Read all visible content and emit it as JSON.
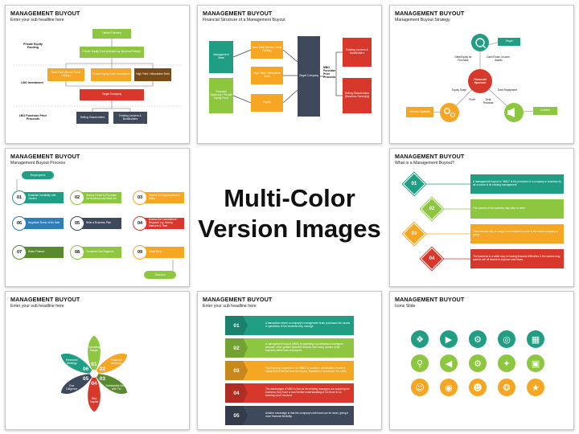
{
  "center": {
    "line1": "Multi-Color",
    "line2": "Version Images"
  },
  "slide1": {
    "title": "MANAGEMENT BUYOUT",
    "sub": "Enter your sub headline here",
    "lab_pef": "Private Equity Funding",
    "lab_lbo": "LBO Investment",
    "lab_price": "LBO Purchase Price Proceeds",
    "b_lp": "Limited Partners",
    "b_pef": "Private Equity Fund (Advised by Sponsor/Partner)",
    "b_bank": "Bank Debt (Senior Credit Facility)",
    "b_pecash": "Private Equity Cash Investment",
    "b_hy": "High Yield / Mezzanine Debt",
    "b_target": "Target Company",
    "b_sell": "Selling Shareholders",
    "b_exist": "Existing Lenders & Bondholders"
  },
  "slide2": {
    "title": "MANAGEMENT BUYOUT",
    "sub": "Financial Structure of a Management Buyout",
    "b_team": "Management Team",
    "b_fin": "Financial Sponsors / Private Equity Fund",
    "b_sr": "Term Debt (Senior Credit Facility)",
    "b_hy": "High-Yield / Mezzanine Debt",
    "b_eq": "Equity",
    "b_tgt": "Target Company",
    "b_mbo": "MBO Purchase Price Proceeds",
    "b_lend": "Existing Lenders & Bondholders",
    "b_sell": "Selling Shareholders (Business Owner(s))"
  },
  "slide3": {
    "title": "MANAGEMENT BUYOUT",
    "sub": "Management Buyout Strategy",
    "center": "Financial Sponsor",
    "l_target": "Target",
    "l_venture": "Venture Capitalist",
    "l_lenders": "Lenders",
    "l_debt": "Debt/Equity for Purchase",
    "l_cash": "Cash Flows, Income, Assets",
    "l_scale": "Equity Scale",
    "l_profit": "Profit",
    "l_debtfin": "Debt Financial",
    "l_repay": "Debt Repayment"
  },
  "slide4": {
    "title": "MANAGEMENT BUYOUT",
    "sub": "Management Buyout Process",
    "employees": "Employees",
    "owners": "Owners",
    "steps": [
      {
        "n": "01",
        "t": "Establish Credibility with Owners"
      },
      {
        "n": "02",
        "t": "Assess Funds to Purchase the Business and Work Inc"
      },
      {
        "n": "03",
        "t": "Assess the Opportunities & Risks"
      },
      {
        "n": "04",
        "t": "Assess the Commitment Required e.g. Money, Manners & Time"
      },
      {
        "n": "05",
        "t": "Write a Business Plan"
      },
      {
        "n": "06",
        "t": "Negotiate Terms of the Sale"
      },
      {
        "n": "07",
        "t": "Raise Finance"
      },
      {
        "n": "08",
        "t": "Complete Due Diligence"
      },
      {
        "n": "09",
        "t": "Close Deal"
      }
    ]
  },
  "slide5": {
    "title": "MANAGEMENT BUYOUT",
    "sub": "What is a Management Buyout?",
    "items": [
      {
        "n": "01",
        "t": "A management buyout or \"MBO\" is the purchase of a company or business by all or some of its existing management."
      },
      {
        "n": "02",
        "t": "The owners of the business may wish to retire."
      },
      {
        "n": "03",
        "t": "The business may no longer be considered a core to the whole company or group."
      },
      {
        "n": "04",
        "t": "The business is a white may be having financial difficulties & the owners may want to sell off assets to improve cash flows."
      }
    ]
  },
  "slide6": {
    "title": "MANAGEMENT BUYOUT",
    "sub": "Enter your sub headline here",
    "petals": [
      {
        "n": "01",
        "t": "Operating Margin"
      },
      {
        "n": "02",
        "t": "Financial Advisors"
      },
      {
        "n": "03",
        "t": "Substantial Deals with Fin"
      },
      {
        "n": "04",
        "t": "Risk Capital"
      },
      {
        "n": "05",
        "t": "Due Diligence"
      },
      {
        "n": "06",
        "t": "Research Strategy"
      }
    ]
  },
  "slide7": {
    "title": "MANAGEMENT BUYOUT",
    "sub": "Enter your sub headline here",
    "rows": [
      {
        "n": "01",
        "t": "A transaction where a company's management team purchases the assets & operations of the business they manage."
      },
      {
        "n": "02",
        "t": "A management buyout (MBO) is appealing to professional managers because of the greater potential rewards from being owners of the business rather than employees."
      },
      {
        "n": "03",
        "t": "The financing required for an \"MBO\" is usually a combination of debt & equity that is derived from the buyers, financiers & sometimes the seller."
      },
      {
        "n": "04",
        "t": "The advantages of MBO is that as the existing managers are acquiring the business, they have a much better understanding of it & there is no learning curve involved."
      },
      {
        "n": "05",
        "t": "Another advantage is that the company's debt load can be lower, giving it more financial flexibility."
      }
    ]
  },
  "slide8": {
    "title": "MANAGEMENT BUYOUT",
    "sub": "Icons Slide",
    "icons": [
      "network-icon",
      "megaphone-icon",
      "gears-icon",
      "target-icon",
      "calendar-icon",
      "search-icon",
      "speaker-icon",
      "gear-icon",
      "handshake-icon",
      "browser-icon",
      "people-icon",
      "coins-icon",
      "person-icon",
      "team-icon",
      "money-icon"
    ]
  },
  "colors": {
    "green": "#8dc63f",
    "dark_green": "#5a8a2e",
    "teal": "#1f9e84",
    "orange": "#f5a623",
    "red": "#d8382c",
    "slate": "#3e4a5c",
    "brown": "#7a4a16",
    "purple_blue": "#2e5e9e"
  }
}
